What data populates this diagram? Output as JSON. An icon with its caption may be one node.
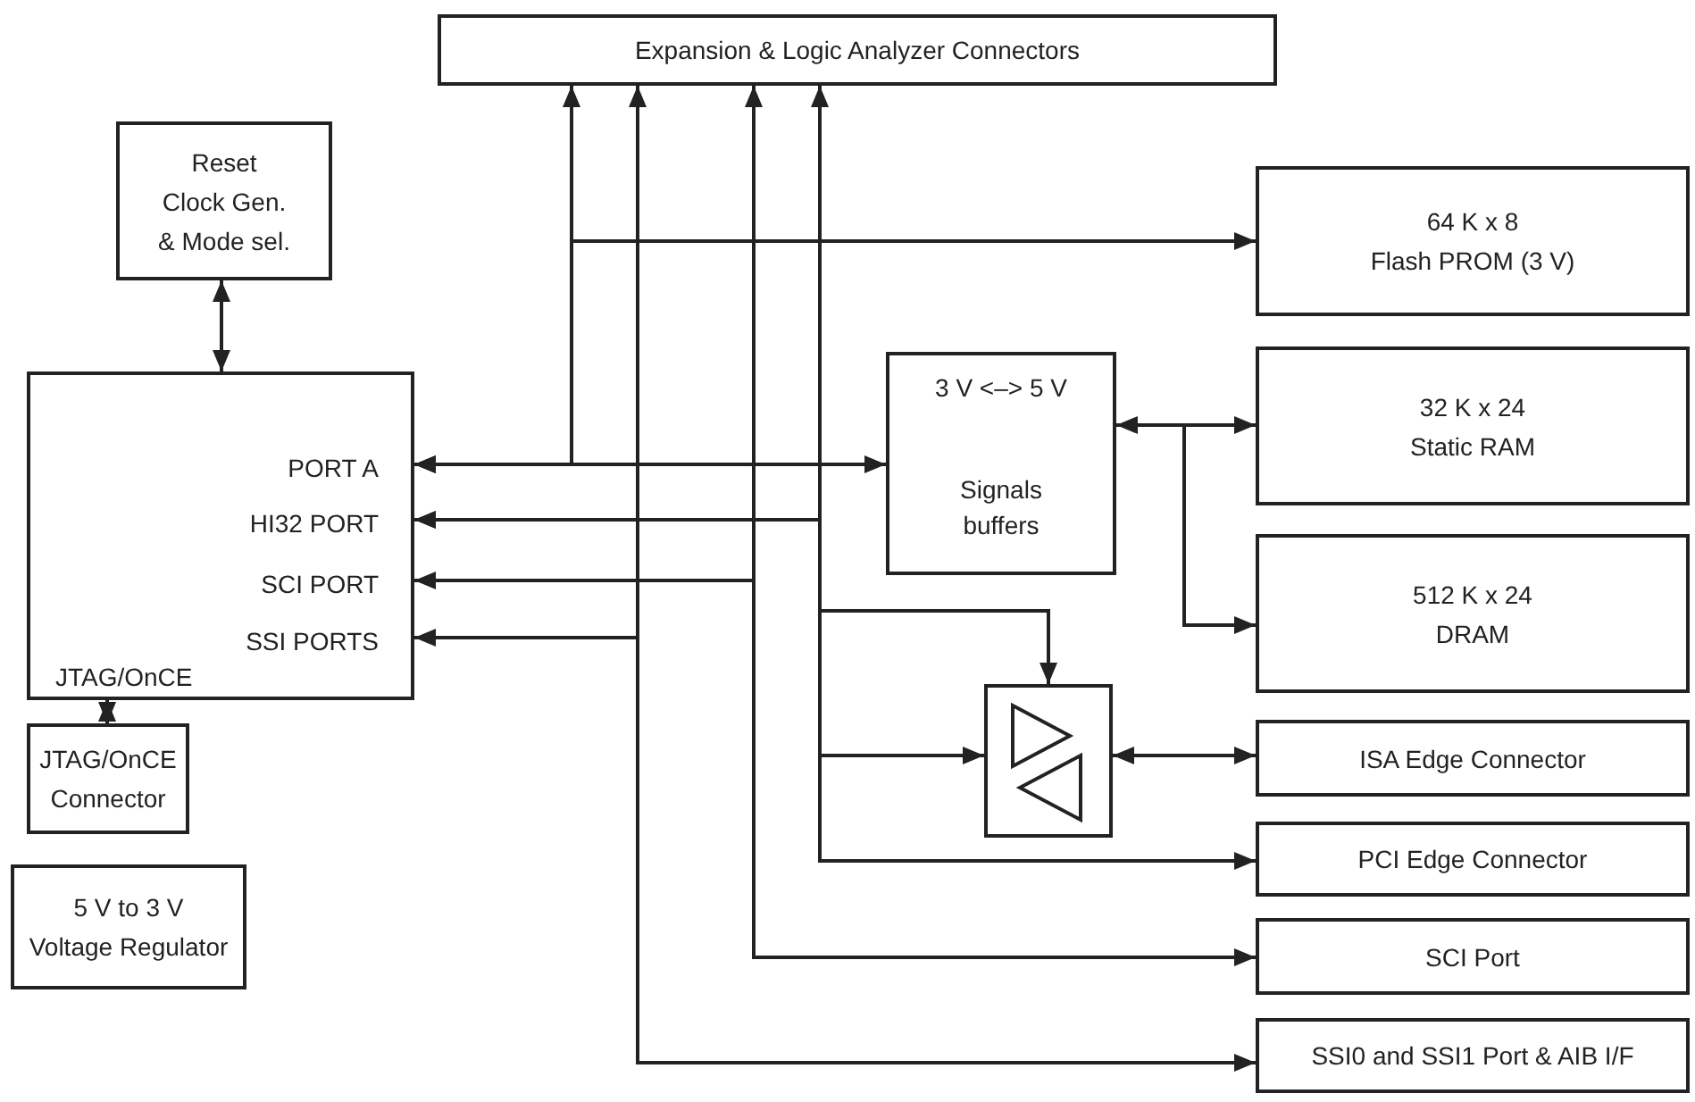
{
  "diagram": {
    "nodes": [
      {
        "text": [
          "Expansion & Logic Analyzer Connectors"
        ]
      },
      {
        "text": [
          "Reset",
          "Clock Gen.",
          "& Mode sel."
        ]
      },
      {
        "text": [
          "64 K x 8",
          "Flash PROM (3 V)"
        ]
      },
      {
        "text": [
          "PORT A",
          "HI32 PORT",
          "SCI PORT",
          "SSI PORTS",
          "JTAG/OnCE"
        ]
      },
      {
        "text": [
          "3 V <–> 5 V",
          "Signals buffers"
        ]
      },
      {
        "text": [
          "32 K x 24",
          "Static RAM"
        ]
      },
      {
        "text": [
          "512 K x 24",
          "DRAM"
        ]
      },
      {
        "text": [],
        "shape": "box"
      },
      {
        "text": [
          "ISA Edge Connector"
        ]
      },
      {
        "text": [
          "PCI Edge Connector"
        ]
      },
      {
        "text": [
          "JTAG/OnCE Connector"
        ]
      },
      {
        "text": [
          "SCI Port"
        ]
      },
      {
        "text": [
          "5 V to 3 V",
          "Voltage Regulator"
        ]
      },
      {
        "text": [
          "SSI0 and SSI1 Port & AIB I/F"
        ]
      }
    ],
    "edges": [
      {
        "from": 1,
        "to": 3,
        "arrow": "both"
      },
      {
        "from": 3,
        "to": 10,
        "arrow": "both"
      },
      {
        "from": 3,
        "to": 4,
        "arrow": "both"
      },
      {
        "from": 3,
        "to": 0,
        "arrow": "both"
      },
      {
        "from": 3,
        "to": 2,
        "arrow": "both"
      },
      {
        "from": 3,
        "to": 0,
        "arrow": "both"
      },
      {
        "from": 3,
        "to": 7,
        "arrow": "to"
      },
      {
        "from": 3,
        "to": 7,
        "arrow": "both"
      },
      {
        "from": 3,
        "to": 9,
        "arrow": "to"
      },
      {
        "from": 3,
        "to": 0,
        "arrow": "both"
      },
      {
        "from": 3,
        "to": 11,
        "arrow": "to"
      },
      {
        "from": 3,
        "to": 0,
        "arrow": "both"
      },
      {
        "from": 3,
        "to": 13,
        "arrow": "to"
      },
      {
        "from": 4,
        "to": 5,
        "arrow": "both"
      },
      {
        "from": 4,
        "to": 6,
        "arrow": "to"
      },
      {
        "from": 7,
        "to": 8,
        "arrow": "both"
      }
    ]
  }
}
